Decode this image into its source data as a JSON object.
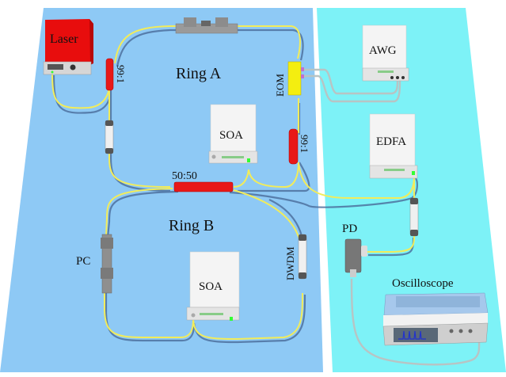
{
  "title": "Dual-ring fiber laser experimental setup",
  "colors": {
    "left_panel": "#8ec9f5",
    "right_panel": "#7df2f7",
    "fiber": "#f2ec5a",
    "fiber_shadow": "#4a6c9a",
    "laser_body": "#ee1111",
    "coupler": "#e81818",
    "eom": "#f4ee10",
    "device_white": "#f4f4f4",
    "electrical_cable": "#b8c4c4",
    "scope_trace": "#2233cc"
  },
  "labels": {
    "ring_a": "Ring A",
    "ring_b": "Ring B",
    "laser": "Laser",
    "coupler_in": "99:1",
    "coupler_out": "99:1",
    "coupler_5050": "50:50",
    "eom": "EOM",
    "soa_a": "SOA",
    "soa_b": "SOA",
    "awg": "AWG",
    "edfa": "EDFA",
    "pd": "PD",
    "pc": "PC",
    "dwdm": "DWDM",
    "oscilloscope": "Oscilloscope"
  }
}
